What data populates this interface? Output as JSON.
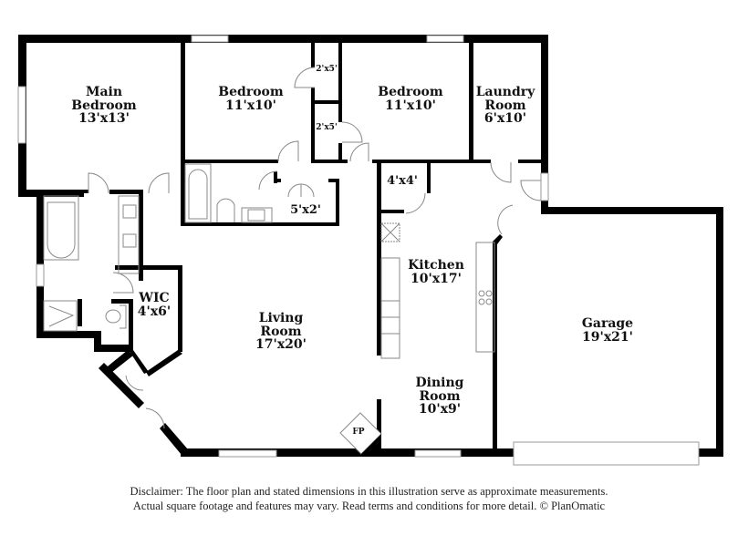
{
  "rooms": [
    {
      "id": "main-bedroom",
      "name": "Main",
      "name2": "Bedroom",
      "dims": "13'x13'"
    },
    {
      "id": "bedroom-1",
      "name": "Bedroom",
      "dims": "11'x10'"
    },
    {
      "id": "closet-1",
      "dims": "2'x5'"
    },
    {
      "id": "closet-2",
      "dims": "2'x5'"
    },
    {
      "id": "bedroom-2",
      "name": "Bedroom",
      "dims": "11'x10'"
    },
    {
      "id": "laundry-room",
      "name": "Laundry",
      "name2": "Room",
      "dims": "6'x10'"
    },
    {
      "id": "linen-closet",
      "dims": "5'x2'"
    },
    {
      "id": "pantry",
      "dims": "4'x4'"
    },
    {
      "id": "wic",
      "name": "WIC",
      "dims": "4'x6'"
    },
    {
      "id": "living-room",
      "name": "Living",
      "name2": "Room",
      "dims": "17'x20'"
    },
    {
      "id": "kitchen",
      "name": "Kitchen",
      "dims": "10'x17'"
    },
    {
      "id": "dining-room",
      "name": "Dining",
      "name2": "Room",
      "dims": "10'x9'"
    },
    {
      "id": "garage",
      "name": "Garage",
      "dims": "19'x21'"
    }
  ],
  "fixtures": {
    "fireplace": "FP"
  },
  "disclaimer": {
    "line1": "Disclaimer: The floor plan and stated dimensions in this illustration serve as approximate measurements.",
    "line2": "Actual square footage and features may vary. Read terms and conditions for more detail. © PlanOmatic"
  }
}
